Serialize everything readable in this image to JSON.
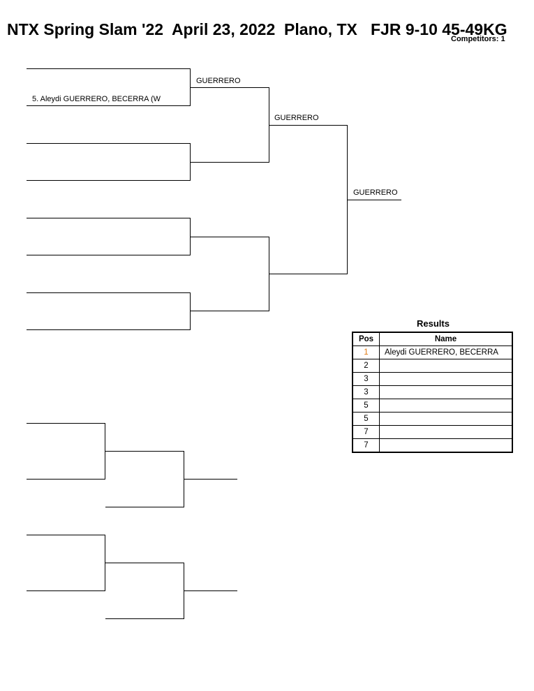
{
  "header": {
    "title": "NTX Spring Slam '22  April 23, 2022  Plano, TX   FJR 9-10 45-49KG",
    "competitors": "Competitors: 1"
  },
  "bracket": {
    "seed_entry": "5. Aleydi GUERRERO, BECERRA (W",
    "round1_winner": "GUERRERO",
    "round2_winner": "GUERRERO",
    "final_winner": "GUERRERO"
  },
  "results": {
    "title": "Results",
    "col_pos": "Pos",
    "col_name": "Name",
    "rows": [
      {
        "pos": "1",
        "name": "Aleydi GUERRERO, BECERRA"
      },
      {
        "pos": "2",
        "name": ""
      },
      {
        "pos": "3",
        "name": ""
      },
      {
        "pos": "3",
        "name": ""
      },
      {
        "pos": "5",
        "name": ""
      },
      {
        "pos": "5",
        "name": ""
      },
      {
        "pos": "7",
        "name": ""
      },
      {
        "pos": "7",
        "name": ""
      }
    ],
    "first_place_color": "#e07a12"
  }
}
